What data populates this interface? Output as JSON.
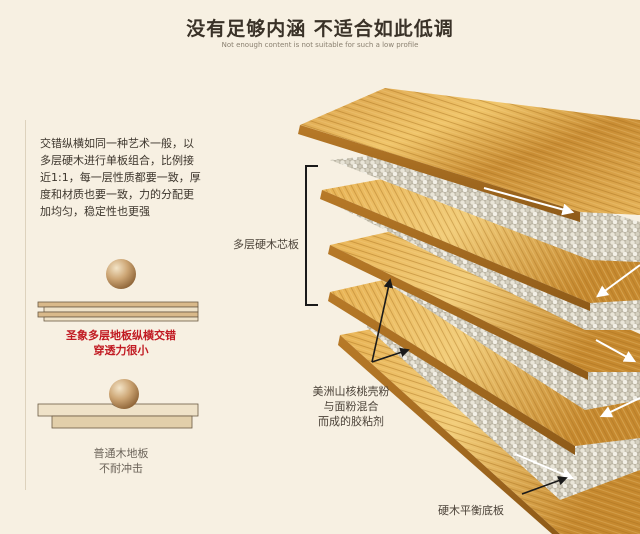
{
  "heading": {
    "title": "没有足够内涵 不适合如此低调",
    "subtitle": "Not enough content is not suitable for such a low profile"
  },
  "intro": {
    "text_line1": "交错纵横如同一种艺术一般，以",
    "text_line2": "多层硬木进行单板组合，比例接",
    "text_line3": "近1:1，每一层性质都要一致，厚",
    "text_line4": "度和材质也要一致，力的分配更",
    "text_line5": "加均匀，稳定性也更强"
  },
  "comparison": {
    "multilayer_caption_line1": "圣象多层地板纵横交错",
    "multilayer_caption_line2": "穿透力很小",
    "ordinary_caption_line1": "普通木地板",
    "ordinary_caption_line2": "不耐冲击"
  },
  "callouts": {
    "core_label": "多层硬木芯板",
    "glue_line1": "美洲山核桃壳粉",
    "glue_line2": "与面粉混合",
    "glue_line3": "而成的胶粘剂",
    "base_label": "硬木平衡底板"
  },
  "colors": {
    "background": "#f7f0e2",
    "accent_red": "#c11a22",
    "wood_light": "#e8b450",
    "wood_dark": "#b57a22"
  }
}
